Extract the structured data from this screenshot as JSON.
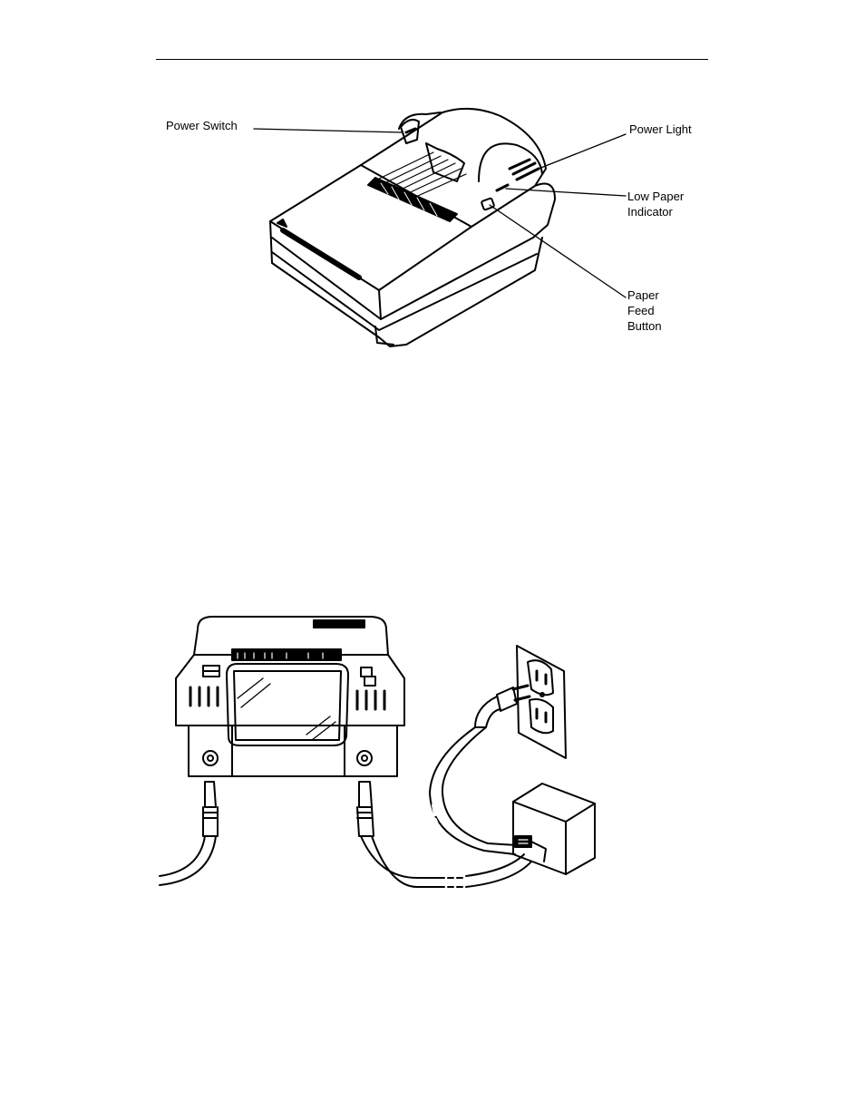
{
  "figure1": {
    "callouts": {
      "power_switch": "Power Switch",
      "power_light": "Power Light",
      "low_paper_indicator": [
        "Low Paper",
        "Indicator"
      ],
      "paper_feed_button": [
        "Paper",
        "Feed",
        "Button"
      ]
    }
  },
  "figure2": {}
}
